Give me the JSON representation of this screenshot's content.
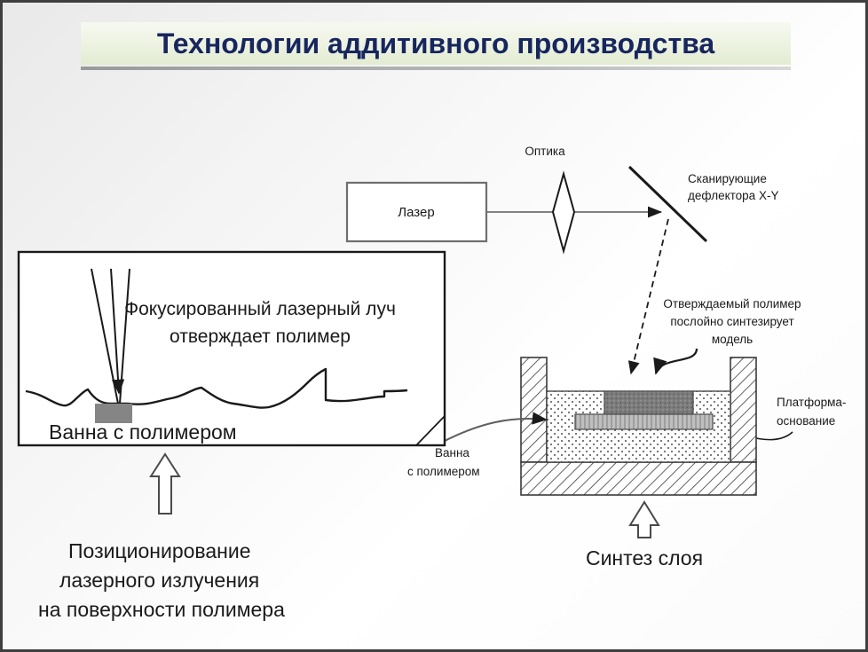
{
  "slide": {
    "title": "Технологии аддитивного производства",
    "accent_color": "#17265e",
    "title_band_color": "#e9f0d9",
    "border_color": "#3f3f3f"
  },
  "diagram": {
    "laser_box_label": "Лазер",
    "optics_label": "Оптика",
    "deflectors_label_line1": "Сканирующие",
    "deflectors_label_line2": "дефлектора X-Y",
    "cured_polymer_line1": "Отверждаемый полимер",
    "cured_polymer_line2": "послойно синтезирует",
    "cured_polymer_line3": "модель",
    "platform_label_line1": "Платформа-",
    "platform_label_line2": "основание",
    "vat_label_line1": "Ванна",
    "vat_label_line2": "с полимером"
  },
  "inset": {
    "beam_caption_line1": "Фокусированный лазерный луч",
    "beam_caption_line2": "отверждает полимер",
    "vat_caption": "Ванна с полимером"
  },
  "captions": {
    "left_line1": "Позиционирование",
    "left_line2": "лазерного излучения",
    "left_line3": "на поверхности полимера",
    "right": "Синтез слоя"
  },
  "colors": {
    "cured_block_dark": "#7c7c7c",
    "platform_gray": "#b6b6b6",
    "inset_block_gray": "#858585",
    "line_black": "#1a1a1a",
    "line_gray": "#6e6e6e"
  }
}
